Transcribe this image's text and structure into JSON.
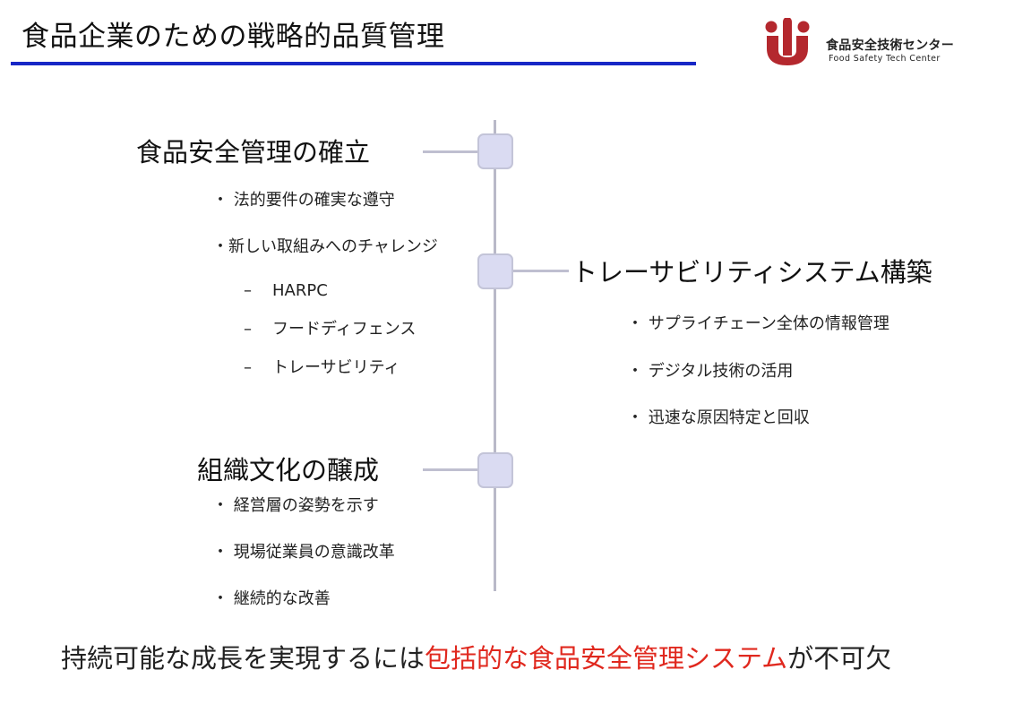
{
  "header": {
    "title": "食品企業のための戦略的品質管理",
    "logo_name_jp": "食品安全技術センター",
    "logo_name_en": "Food Safety Tech Center",
    "logo_color": "#b4282e",
    "rule_color": "#1727c6"
  },
  "sections": [
    {
      "heading": "食品安全管理の確立",
      "bullets": [
        "・ 法的要件の確実な遵守",
        "・新しい取組みへのチャレンジ"
      ],
      "sub_items": [
        "HARPC",
        "フードディフェンス",
        "トレーサビリティ"
      ],
      "dash": "–"
    },
    {
      "heading": "トレーサビリティシステム構築",
      "bullets": [
        "・ サプライチェーン全体の情報管理",
        "・ デジタル技術の活用",
        "・ 迅速な原因特定と回収"
      ]
    },
    {
      "heading": "組織文化の醸成",
      "bullets": [
        "・ 経営層の姿勢を示す",
        "・ 現場従業員の意識改革",
        "・ 継続的な改善"
      ]
    }
  ],
  "footer": {
    "prefix": "持続可能な成長を実現するには",
    "highlight": "包括的な食品安全管理システム",
    "suffix": "が不可欠",
    "highlight_color": "#e0281e"
  }
}
